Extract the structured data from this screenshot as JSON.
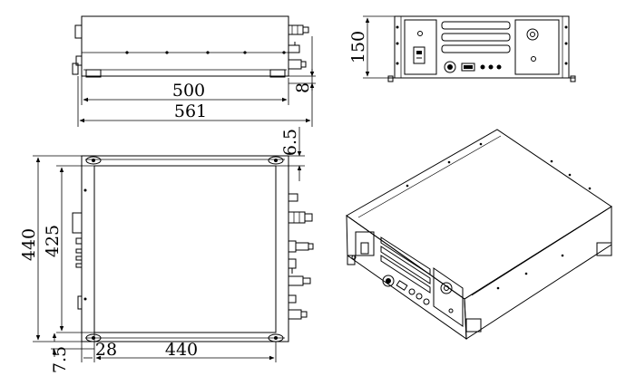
{
  "colors": {
    "line": "#000000",
    "background": "#ffffff"
  },
  "dimensions": {
    "top_view_length": "500",
    "top_view_overall_length": "561",
    "top_view_side_offset": "8",
    "front_view_height": "150",
    "plan_top_offset": "6.5",
    "plan_overall_depth": "440",
    "plan_inner_depth": "425",
    "plan_bottom_offset": "7.5",
    "plan_left_offset": "28",
    "plan_width": "440"
  }
}
